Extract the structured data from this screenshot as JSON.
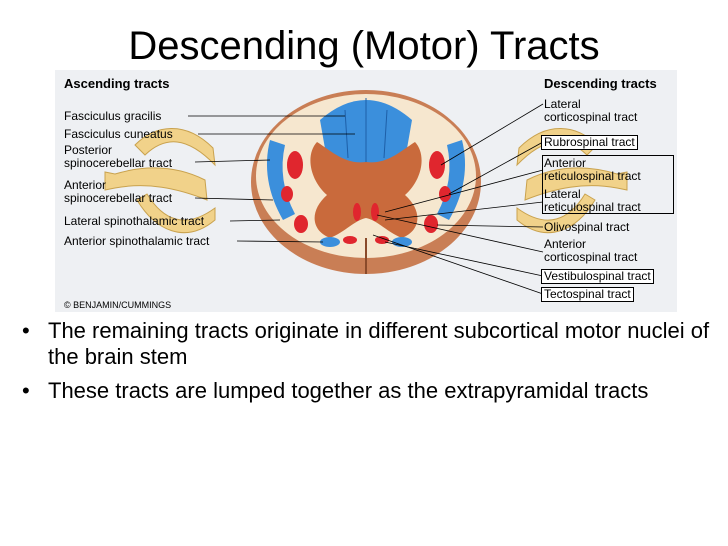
{
  "slide": {
    "title": "Descending (Motor) Tracts"
  },
  "figure": {
    "left_header": "Ascending tracts",
    "right_header": "Descending tracts",
    "credit": "© BENJAMIN/CUMMINGS",
    "ascending_labels": [
      "Fasciculus gracilis",
      "Fasciculus cuneatus",
      "Posterior",
      "spinocerebellar tract",
      "Anterior",
      "spinocerebellar tract",
      "Lateral spinothalamic tract",
      "Anterior spinothalamic tract"
    ],
    "descending_labels": [
      "Lateral",
      "corticospinal tract",
      "Rubrospinal tract",
      "Anterior",
      "reticulospinal tract",
      "Lateral",
      "reticulospinal tract",
      "Olivospinal tract",
      "Anterior",
      "corticospinal tract",
      "Vestibulospinal tract",
      "Tectospinal tract"
    ],
    "colors": {
      "ascending": "#3b8fdc",
      "descending": "#e0262e",
      "gray_matter": "#c96a3c",
      "white_matter": "#f6e7cf",
      "roots": "#f1d28a"
    }
  },
  "bullets": [
    "The remaining tracts originate in different subcortical motor nuclei of the brain stem",
    "These tracts are  lumped together as the extrapyramidal tracts"
  ],
  "bullet_symbol": "•"
}
